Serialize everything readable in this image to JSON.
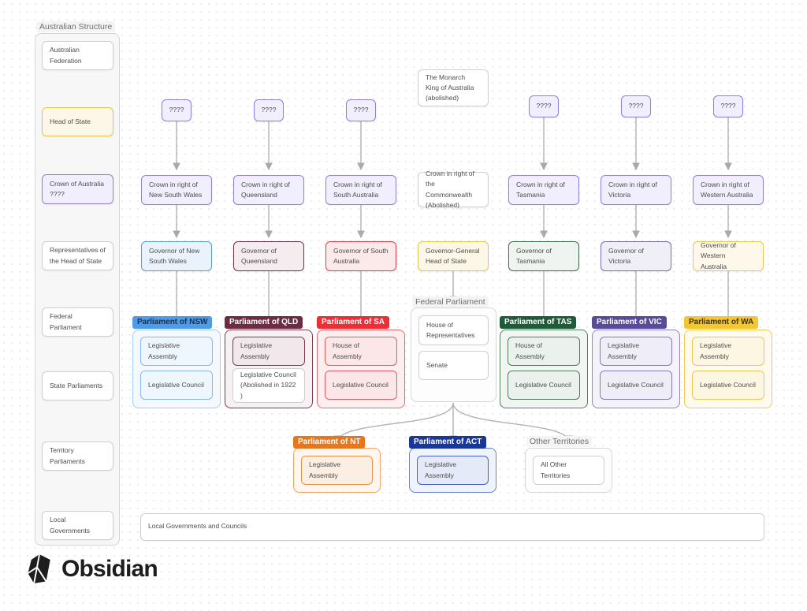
{
  "sidebar": {
    "title": "Australian Structure",
    "items": [
      {
        "label": "Australian Federation"
      },
      {
        "label": "Head of State"
      },
      {
        "label": "Crown of Australia\n????"
      },
      {
        "label": "Representatives of\nthe Head of State"
      },
      {
        "label": "Federal Parliament"
      },
      {
        "label": "State Parliaments"
      },
      {
        "label": "Territory Parliaments"
      },
      {
        "label": "Local Governments"
      }
    ]
  },
  "nodes": {
    "monarch": "The Monarch\nKing of Australia\n(abolished)",
    "unknown": "????",
    "crown_nsw": "Crown in right of\nNew South Wales",
    "crown_qld": "Crown in right of\nQueensland",
    "crown_sa": "Crown in right of\nSouth Australia",
    "crown_cwlth": "Crown in right of\nthe Commonwealth\n(Abolished)",
    "crown_tas": "Crown in right of\nTasmania",
    "crown_vic": "Crown in right of\nVictoria",
    "crown_wa": "Crown in right of\nWestern Australia",
    "gov_nsw": "Governor of New\nSouth Wales",
    "gov_qld": "Governor of\nQueensland",
    "gov_sa": "Governor of South\nAustralia",
    "gov_gen": "Governor-General\nHead of State",
    "gov_tas": "Governor of\nTasmania",
    "gov_vic": "Governor of Victoria",
    "gov_wa": "Governor of Western\nAustralia"
  },
  "groups": {
    "nsw": {
      "label": "Parliament of NSW",
      "items": [
        "Legislative Assembly",
        "Legislative Council"
      ]
    },
    "qld": {
      "label": "Parliament of QLD",
      "items": [
        "Legislative Assembly",
        "Legislative Council\n(Abolished in 1922 )"
      ]
    },
    "sa": {
      "label": "Parliament of SA",
      "items": [
        "House of Assembly",
        "Legislative Council"
      ]
    },
    "fed": {
      "label": "Federal Parliament",
      "items": [
        "House of\nRepresentatives",
        "Senate"
      ]
    },
    "tas": {
      "label": "Parliament of TAS",
      "items": [
        "House of Assembly",
        "Legislative Council"
      ]
    },
    "vic": {
      "label": "Parliament of VIC",
      "items": [
        "Legislative Assembly",
        "Legislative Council"
      ]
    },
    "wa": {
      "label": "Parliament of WA",
      "items": [
        "Legislative Assembly",
        "Legislative Council"
      ]
    },
    "nt": {
      "label": "Parliament of NT",
      "items": [
        "Legislative Assembly"
      ]
    },
    "act": {
      "label": "Parliament of ACT",
      "items": [
        "Legislative Assembly"
      ]
    },
    "other": {
      "label": "Other Territories",
      "items": [
        "All Other Territories"
      ]
    },
    "local": {
      "label": "Local Governments and Councils"
    }
  },
  "branding": {
    "logo_text": "Obsidian"
  },
  "colors": {
    "purple": "#8f7de8",
    "nsw_blue": "#4f9be8",
    "qld_maroon": "#6e2b42",
    "sa_red": "#ee2e34",
    "tas_green": "#1e5b38",
    "vic_purple": "#584a9c",
    "wa_gold": "#f3c632",
    "nt_orange": "#e8761b",
    "act_navy": "#17379e",
    "gov_general_yellow": "#e5c455",
    "connector_gray": "#b2b2b2"
  }
}
